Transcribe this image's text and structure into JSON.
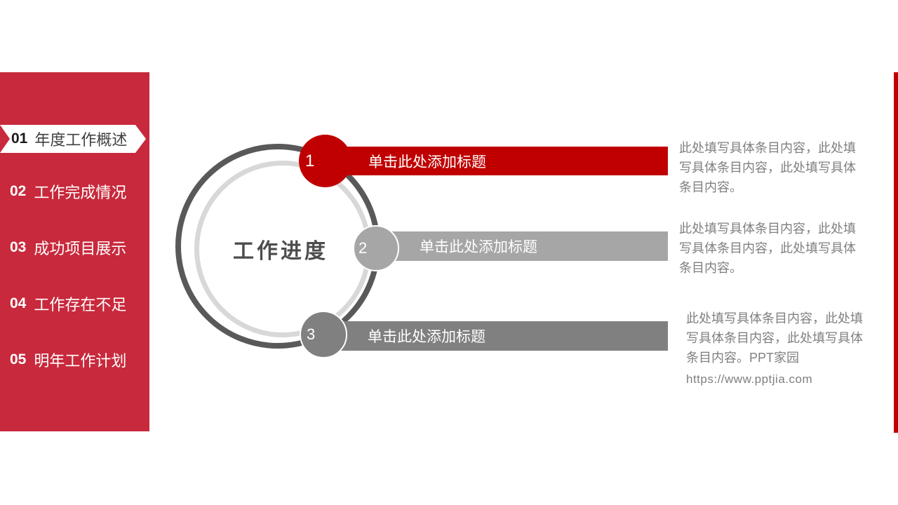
{
  "colors": {
    "sidebar_red": "#C8293C",
    "accent_red": "#C00000",
    "step2_gray": "#A6A6A6",
    "step3_gray": "#808080",
    "ring_dark": "#595959",
    "ring_light": "#D8D8D8",
    "body_text": "#7F7F7F"
  },
  "sidebar": {
    "items": [
      {
        "num": "01",
        "label": "年度工作概述",
        "active": true
      },
      {
        "num": "02",
        "label": "工作完成情况",
        "active": false
      },
      {
        "num": "03",
        "label": "成功项目展示",
        "active": false
      },
      {
        "num": "04",
        "label": "工作存在不足",
        "active": false
      },
      {
        "num": "05",
        "label": "明年工作计划",
        "active": false
      }
    ]
  },
  "diagram": {
    "title": "工作进度",
    "steps": [
      {
        "num": "1",
        "label": "单击此处添加标题"
      },
      {
        "num": "2",
        "label": "单击此处添加标题"
      },
      {
        "num": "3",
        "label": "单击此处添加标题"
      }
    ]
  },
  "details": {
    "blocks": [
      {
        "text": "此处填写具体条目内容，此处填写具体条目内容，此处填写具体条目内容。"
      },
      {
        "text": "此处填写具体条目内容，此处填写具体条目内容，此处填写具体条目内容。"
      },
      {
        "text": "此处填写具体条目内容，此处填写具体条目内容，此处填写具体条目内容。PPT家园",
        "url": "https://www.pptjia.com"
      }
    ]
  }
}
